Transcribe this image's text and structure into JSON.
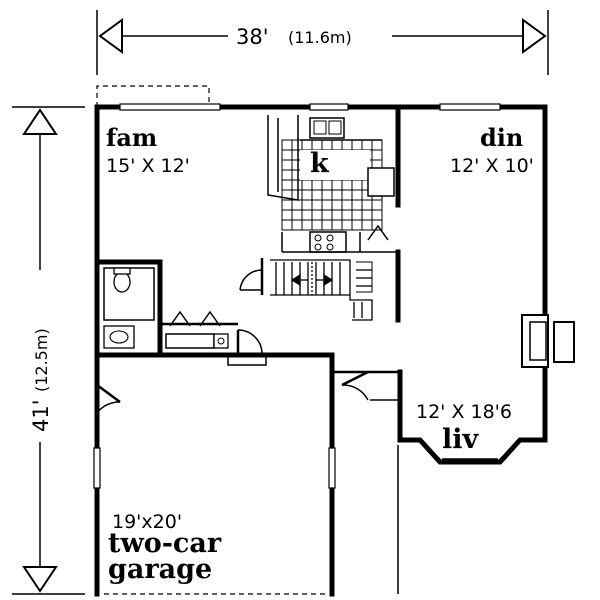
{
  "dimensions": {
    "width_ft": "38'",
    "width_m": "(11.6m)",
    "depth_ft": "41'",
    "depth_m": "(12.5m)"
  },
  "rooms": {
    "family": {
      "name": "fam",
      "size": "15' X 12'"
    },
    "kitchen": {
      "name": "k"
    },
    "dining": {
      "name": "din",
      "size": "12' X 10'"
    },
    "living": {
      "name": "liv",
      "size": "12' X 18'6"
    },
    "garage": {
      "name_line1": "two-car",
      "name_line2": "garage",
      "size": "19'x20'"
    }
  }
}
